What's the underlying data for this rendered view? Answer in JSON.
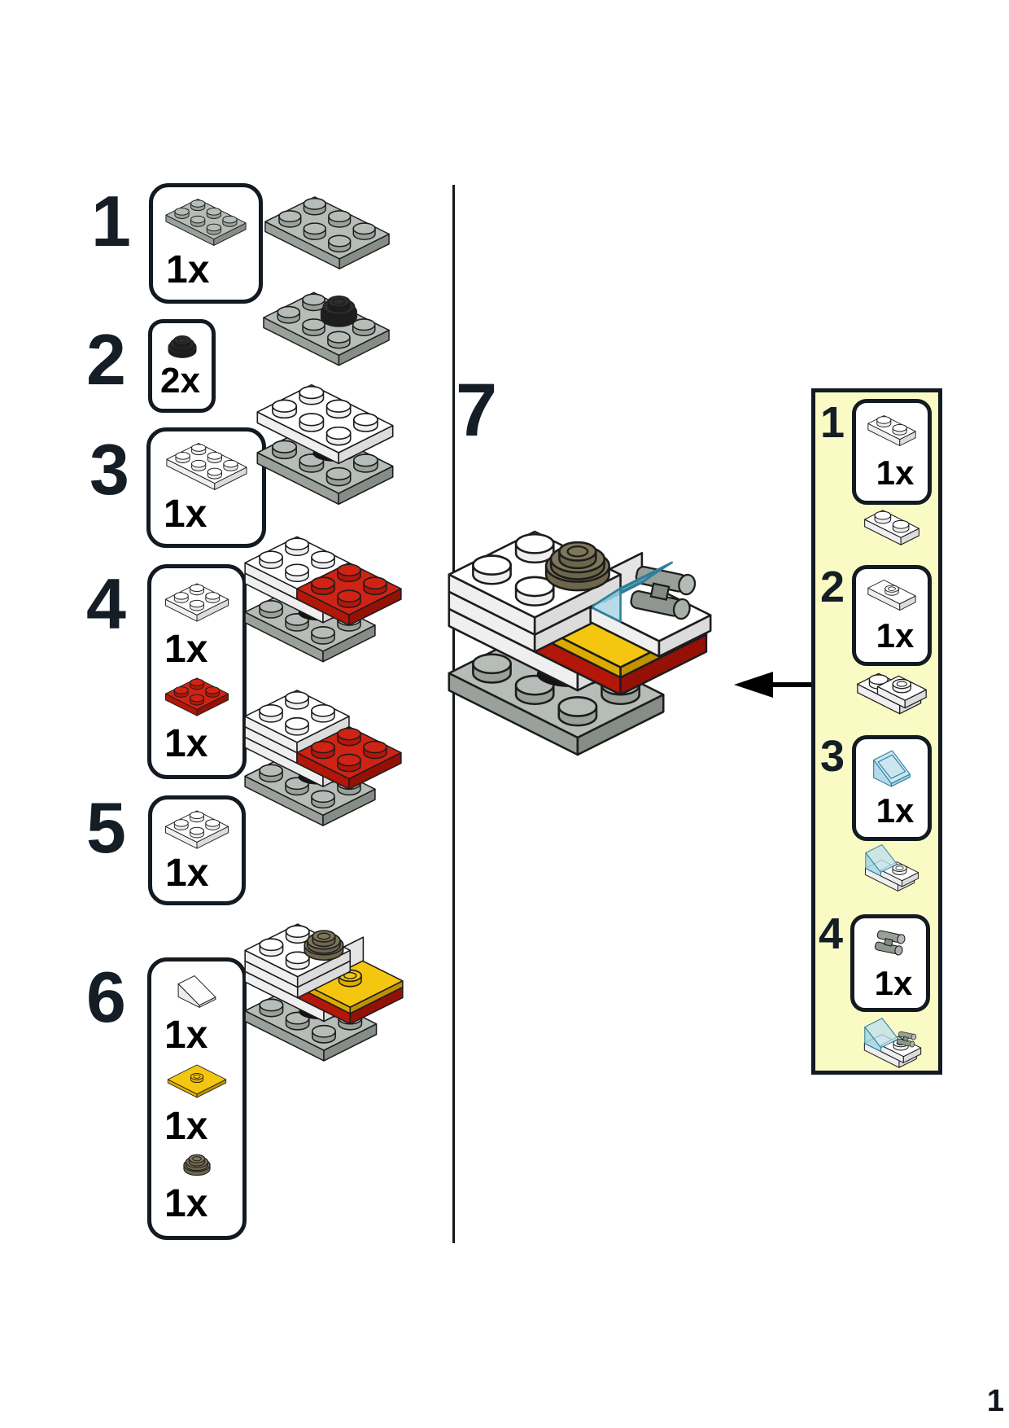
{
  "page": {
    "number": "1"
  },
  "ink_color": "#151d26",
  "steps": [
    {
      "number": "1",
      "parts": [
        {
          "count": "1x",
          "part": "plate-2x3-gray-icon"
        }
      ]
    },
    {
      "number": "2",
      "parts": [
        {
          "count": "2x",
          "part": "round-plate-1x1-black-icon"
        }
      ]
    },
    {
      "number": "3",
      "parts": [
        {
          "count": "1x",
          "part": "plate-2x3-white-icon"
        }
      ]
    },
    {
      "number": "4",
      "parts": [
        {
          "count": "1x",
          "part": "plate-2x2-white-icon"
        },
        {
          "count": "1x",
          "part": "plate-2x2-red-icon"
        }
      ]
    },
    {
      "number": "5",
      "parts": [
        {
          "count": "1x",
          "part": "plate-2x2-white-icon"
        }
      ]
    },
    {
      "number": "6",
      "parts": [
        {
          "count": "1x",
          "part": "slope-1x2-white-icon"
        },
        {
          "count": "1x",
          "part": "tile-2x2-with-stud-yellow-icon"
        },
        {
          "count": "1x",
          "part": "round-plate-1x1-olive-icon"
        }
      ]
    },
    {
      "number": "7",
      "parts": []
    }
  ],
  "submodel_panel": {
    "background_color": "#fafac4",
    "steps": [
      {
        "number": "1",
        "parts": [
          {
            "count": "1x",
            "part": "plate-1x2-white-icon"
          }
        ]
      },
      {
        "number": "2",
        "parts": [
          {
            "count": "1x",
            "part": "jumper-plate-1x2-white-icon"
          }
        ]
      },
      {
        "number": "3",
        "parts": [
          {
            "count": "1x",
            "part": "slope-1x1-trans-blue-icon"
          }
        ]
      },
      {
        "number": "4",
        "parts": [
          {
            "count": "1x",
            "part": "binoculars-gray-icon"
          }
        ]
      }
    ]
  },
  "part_colors": {
    "gray": "#b6bcb7",
    "white": "#ffffff",
    "red": "#cf2315",
    "yellow": "#f5c60f",
    "olive": "#7e765b",
    "black": "#2e2e2e",
    "trans_blue": "#a5d3e4",
    "binocular_gray": "#9aa19b"
  }
}
